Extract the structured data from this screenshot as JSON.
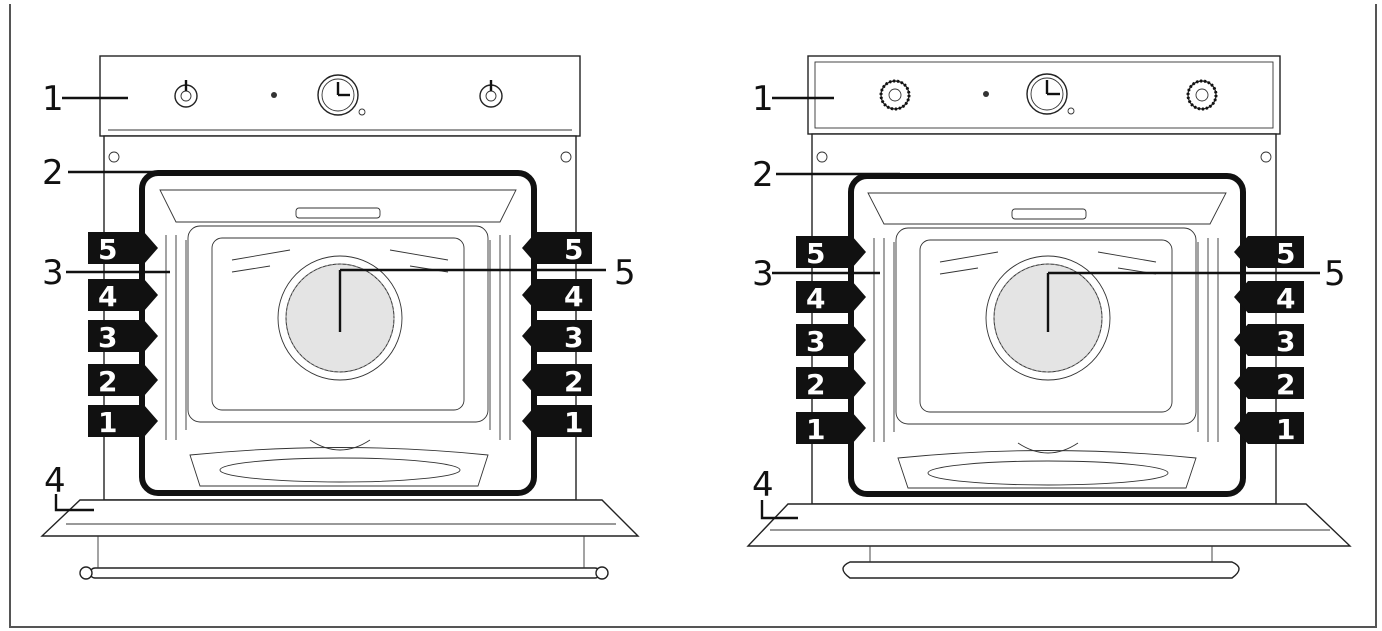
{
  "diagram": {
    "left_oven": {
      "callouts": [
        "1",
        "2",
        "3",
        "4",
        "5"
      ],
      "left_shelf_badges": [
        "5",
        "4",
        "3",
        "2",
        "1"
      ],
      "right_shelf_badges": [
        "5",
        "4",
        "3",
        "2",
        "1"
      ]
    },
    "right_oven": {
      "callouts": [
        "1",
        "2",
        "3",
        "4",
        "5"
      ],
      "left_shelf_badges": [
        "5",
        "4",
        "3",
        "2",
        "1"
      ],
      "right_shelf_badges": [
        "5",
        "4",
        "3",
        "2",
        "1"
      ]
    },
    "colors": {
      "ink": "#111111",
      "badge_fill": "#111111",
      "badge_text": "#ffffff",
      "frame": "#555555"
    }
  }
}
